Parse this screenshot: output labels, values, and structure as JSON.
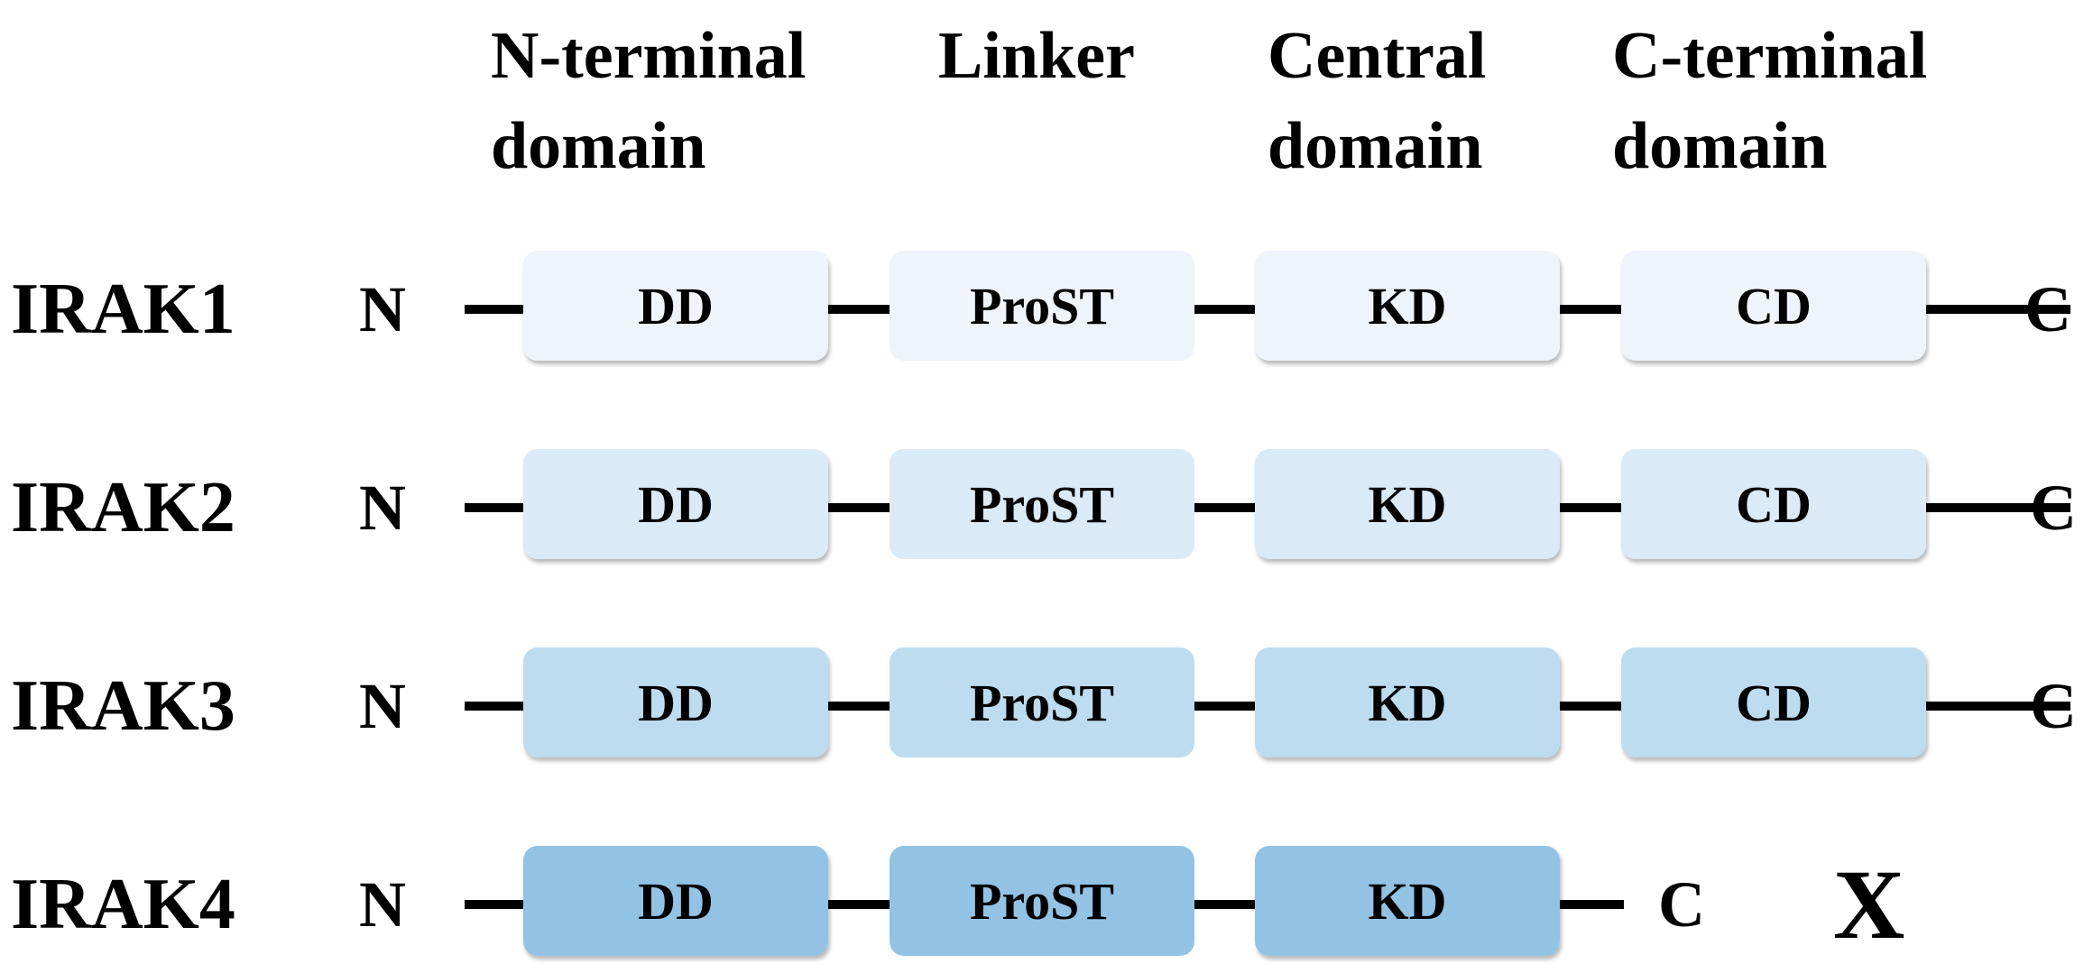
{
  "headers": [
    {
      "line1": "N-terminal",
      "line2": "domain"
    },
    {
      "line1": "Linker",
      "line2": ""
    },
    {
      "line1": "Central",
      "line2": "domain"
    },
    {
      "line1": "C-terminal",
      "line2": "domain"
    }
  ],
  "labels": {
    "n": "N",
    "c": "C",
    "x": "X"
  },
  "domains": {
    "dd": "DD",
    "prost": "ProST",
    "kd": "KD",
    "cd": "CD"
  },
  "rows": [
    {
      "name": "IRAK1",
      "fill": "#eef4fa",
      "has_cd": true
    },
    {
      "name": "IRAK2",
      "fill": "#daeaf6",
      "has_cd": true
    },
    {
      "name": "IRAK3",
      "fill": "#bddcf0",
      "has_cd": true
    },
    {
      "name": "IRAK4",
      "fill": "#92c3e5",
      "has_cd": false
    }
  ]
}
